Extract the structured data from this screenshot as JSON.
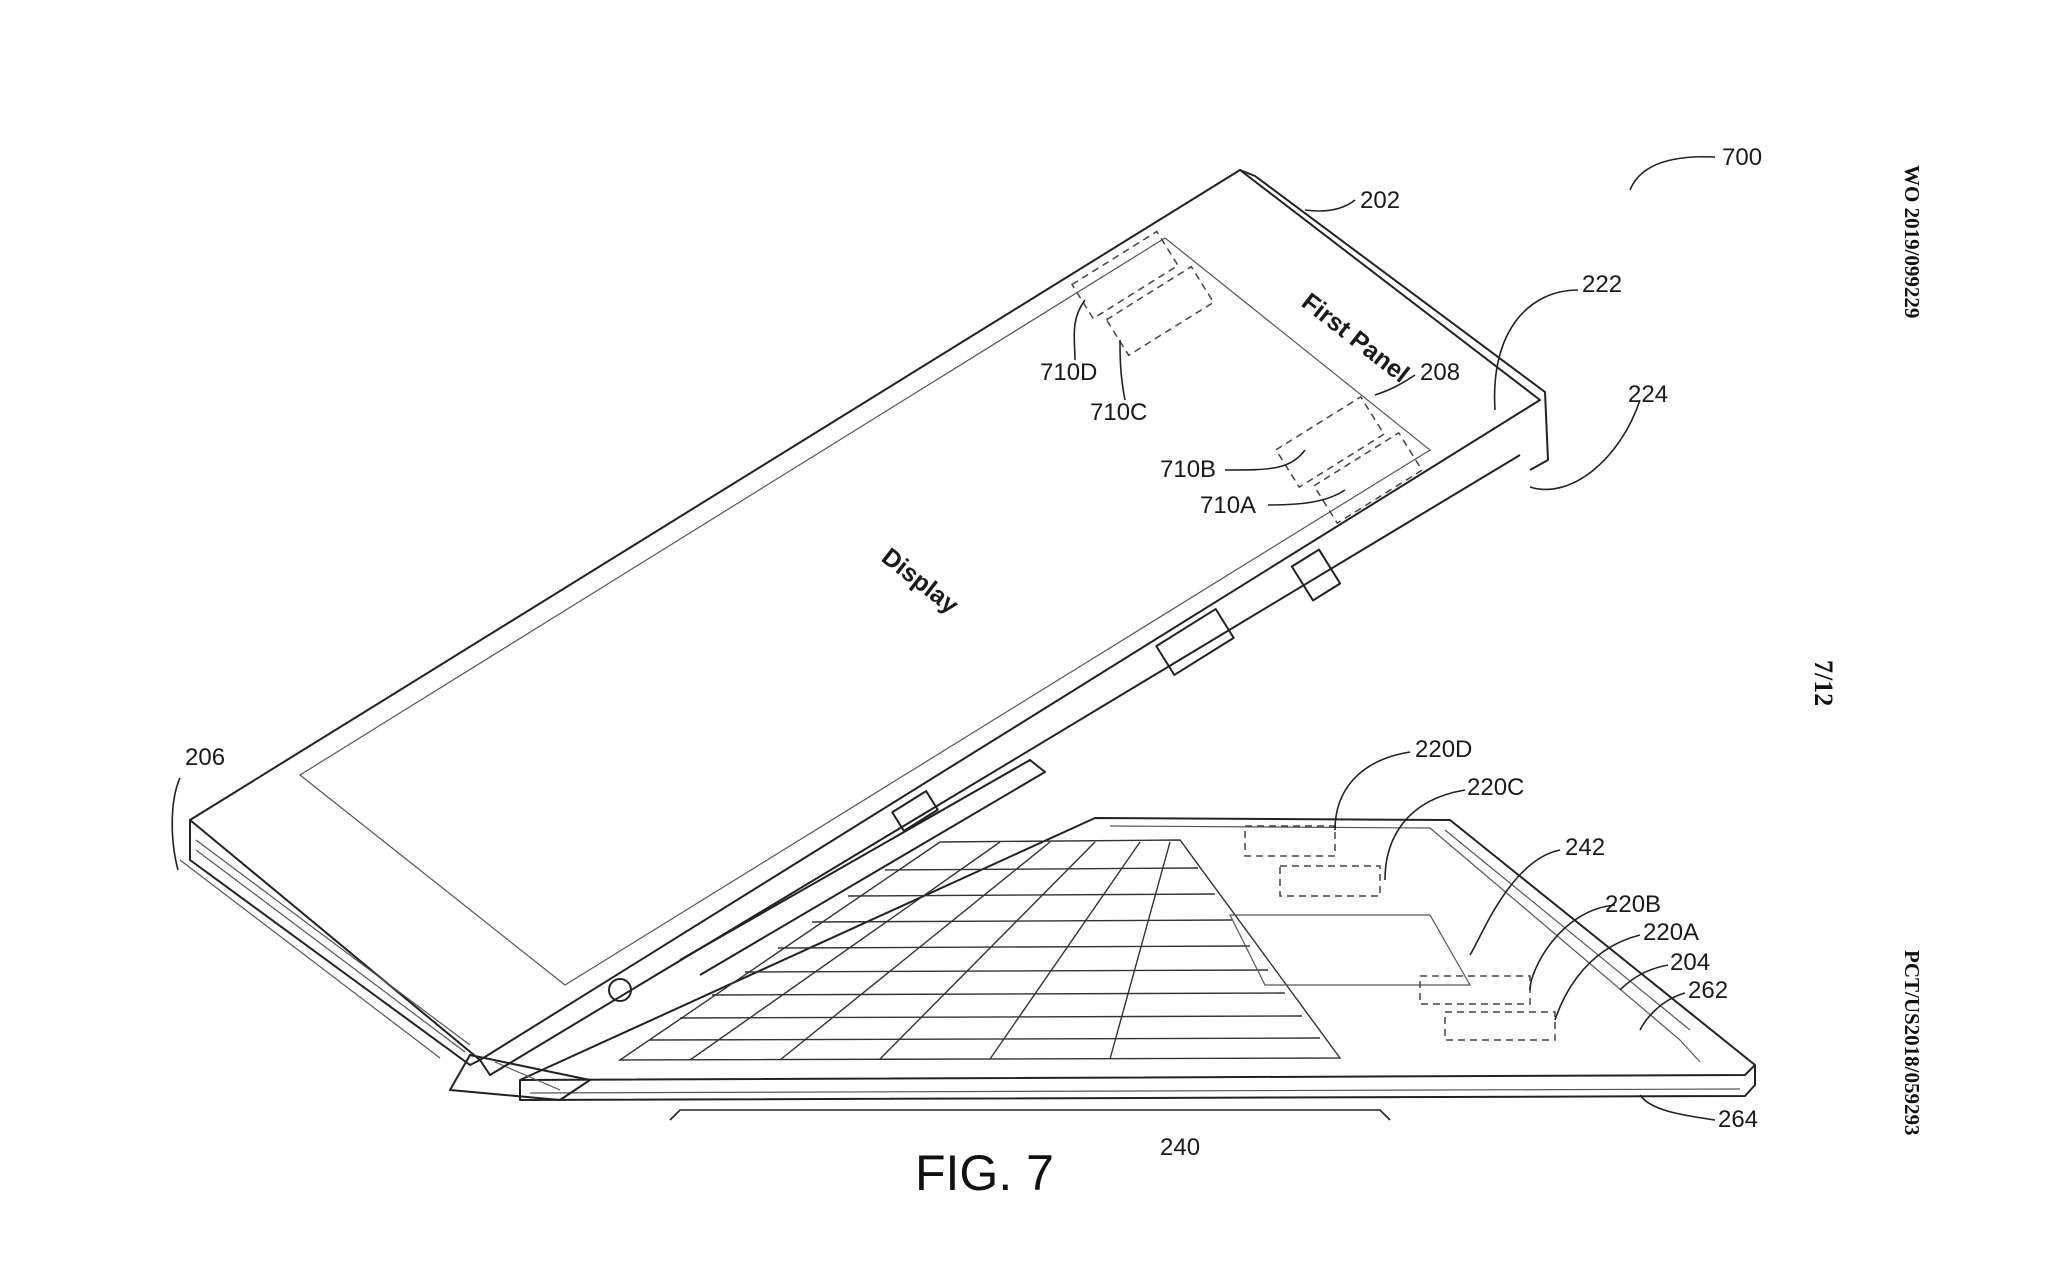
{
  "figure": {
    "caption": "FIG. 7",
    "side_text_top": "WO 2019/099229",
    "side_text_bottom": "PCT/US2018/059293",
    "page_number": "7/12"
  },
  "panel_text": {
    "first_panel": "First Panel",
    "display": "Display"
  },
  "reference_numerals": [
    {
      "id": "700"
    },
    {
      "id": "202"
    },
    {
      "id": "222"
    },
    {
      "id": "224"
    },
    {
      "id": "208"
    },
    {
      "id": "710D"
    },
    {
      "id": "710C"
    },
    {
      "id": "710B"
    },
    {
      "id": "710A"
    },
    {
      "id": "206"
    },
    {
      "id": "220D"
    },
    {
      "id": "220C"
    },
    {
      "id": "242"
    },
    {
      "id": "220B"
    },
    {
      "id": "220A"
    },
    {
      "id": "204"
    },
    {
      "id": "262"
    },
    {
      "id": "264"
    },
    {
      "id": "240"
    }
  ]
}
